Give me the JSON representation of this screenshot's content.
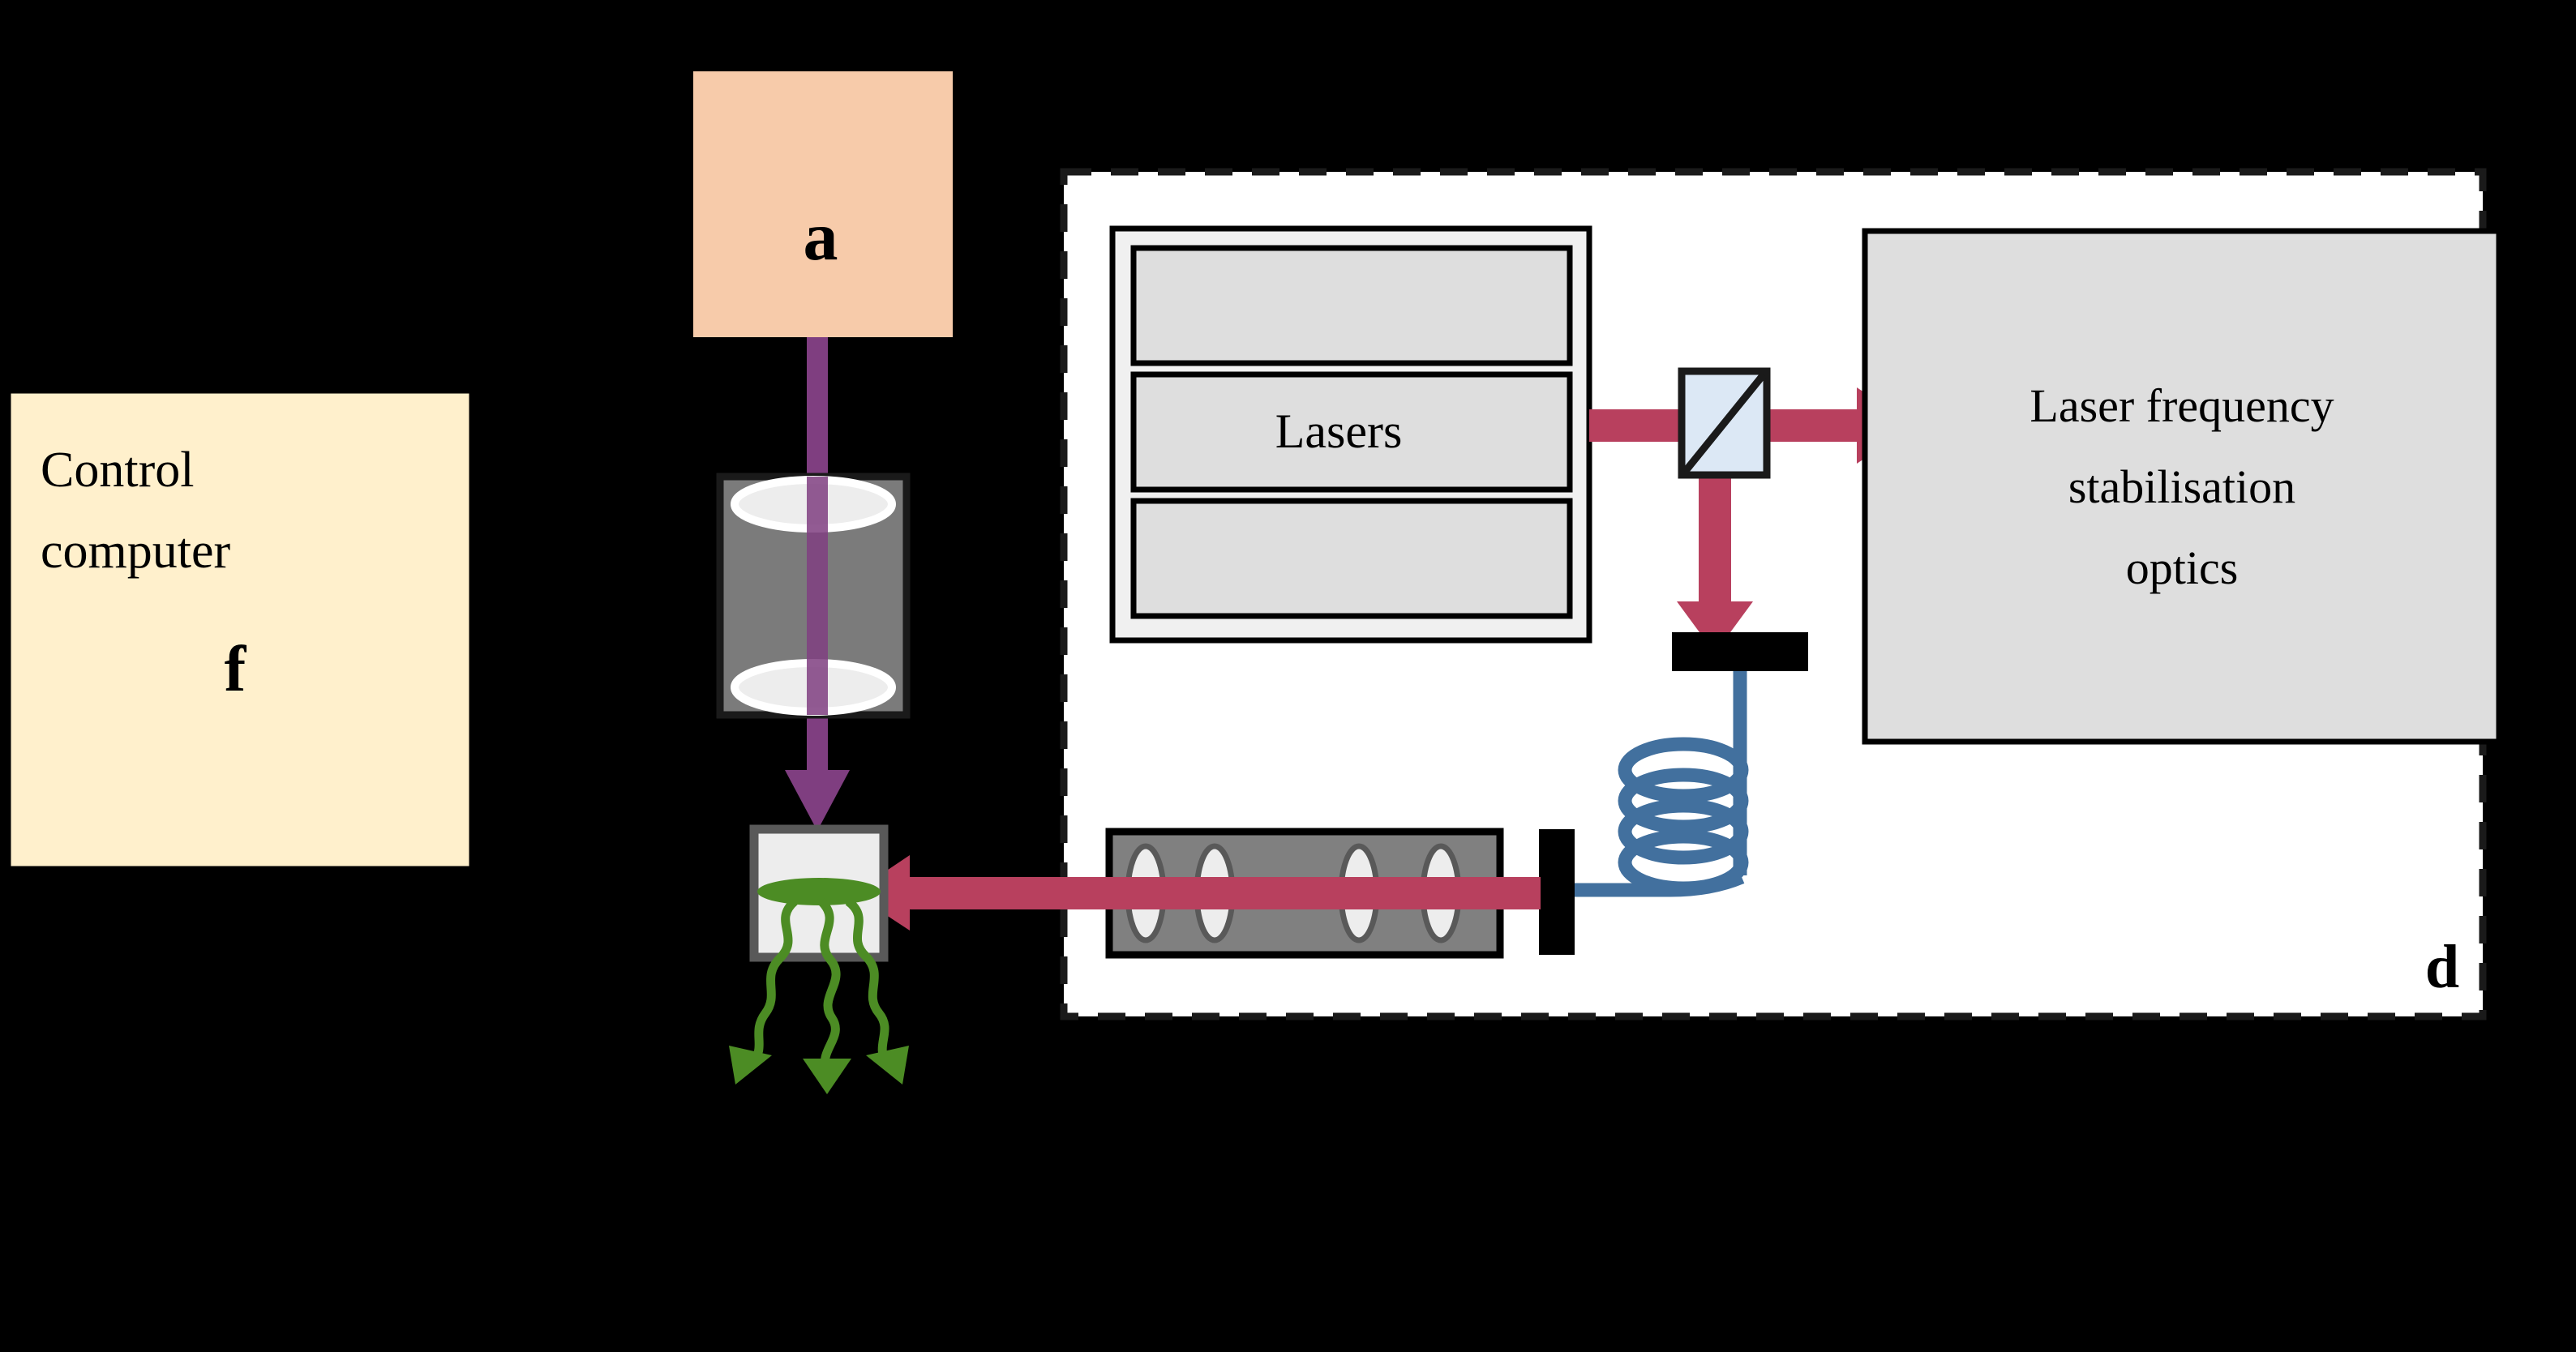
{
  "figure": {
    "kind": "optical-apparatus-schematic",
    "background_color": "#000000"
  },
  "panels": {
    "a": {
      "letter": "a",
      "fill": "#F7CBAA"
    },
    "d": {
      "letter": "d",
      "border_style": "dashed",
      "fill": "#FFFFFF"
    },
    "f": {
      "letter": "f"
    }
  },
  "control_computer": {
    "line1": "Control",
    "line2": "computer",
    "letter": "f",
    "fill": "#FFF0CC",
    "border_color": "#000000"
  },
  "lasers": {
    "label": "Lasers",
    "outer_fill": "#F0F0F0",
    "slot_fill": "#DEDEDE",
    "slot_count": 3
  },
  "stabilisation": {
    "line1": "Laser frequency",
    "line2": "stabilisation",
    "line3": "optics",
    "fill": "#DEDEDE",
    "border_color": "#000000"
  },
  "components": {
    "beam_splitter": "beam-splitter-cube",
    "beam_splitter_fill": "#DCE8F5",
    "fiber_coupler_top": "fiber-coupler",
    "fiber_coil": "optical-fiber-coil",
    "fiber_collimator": "fiber-collimator",
    "telescope_horizontal": "lens-telescope",
    "telescope_vertical": "imaging-objective",
    "sample_chamber": "sample-chamber",
    "atom_cloud": "atom-cloud"
  },
  "beams": {
    "purple": {
      "name": "imaging-beam",
      "color": "#7F3E80"
    },
    "crimson": {
      "name": "laser-beam",
      "color": "#B8405E"
    },
    "green": {
      "name": "emission-beam",
      "color": "#4C8C24"
    },
    "fiber": {
      "name": "optical-fiber",
      "color": "#42709E"
    }
  },
  "colors": {
    "black": "#000000",
    "white": "#FFFFFF",
    "grey_body": "#808080",
    "grey_light": "#EDEDED",
    "grey_mid": "#DEDEDE",
    "grey_dark": "#595959"
  }
}
